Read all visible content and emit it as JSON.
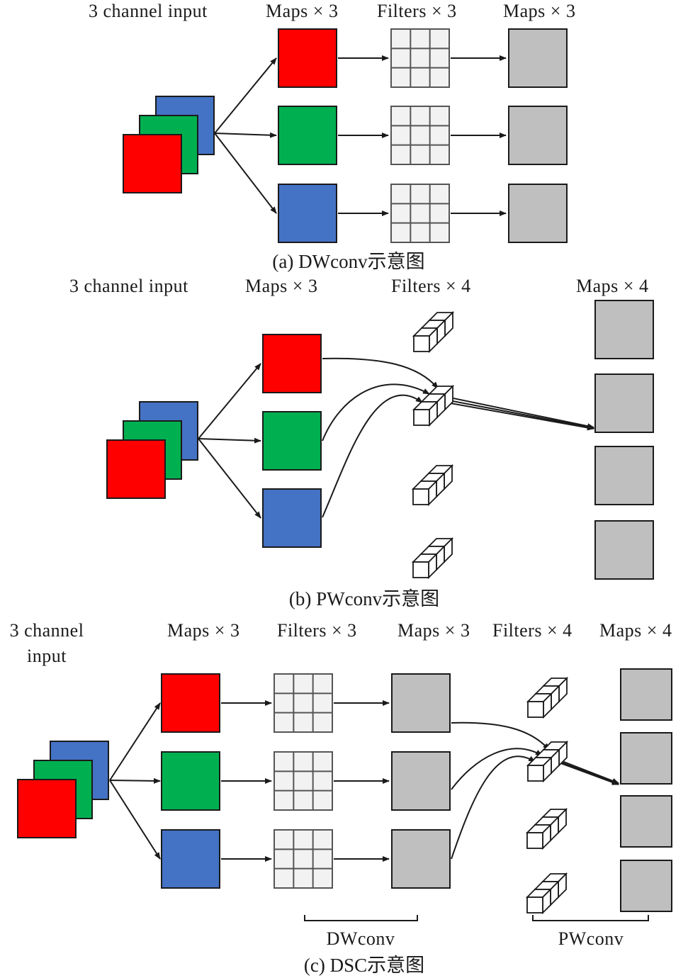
{
  "colors": {
    "red": "#ff0000",
    "green": "#00b050",
    "blue": "#4472c4",
    "gray": "#bfbfbf",
    "filter_cell": "#f2f2f2",
    "stroke": "#1a1a1a"
  },
  "panel_a": {
    "caption": "(a) DWconv示意图",
    "labels": {
      "input": "3 channel input",
      "maps_in": "Maps × 3",
      "filters": "Filters × 3",
      "maps_out": "Maps × 3"
    }
  },
  "panel_b": {
    "caption": "(b) PWconv示意图",
    "labels": {
      "input": "3 channel input",
      "maps_in": "Maps × 3",
      "filters": "Filters × 4",
      "maps_out": "Maps × 4"
    }
  },
  "panel_c": {
    "caption": "(c) DSC示意图",
    "labels": {
      "input_line1": "3 channel",
      "input_line2": "input",
      "maps_in": "Maps × 3",
      "dw_filters": "Filters × 3",
      "dw_maps": "Maps × 3",
      "pw_filters": "Filters × 4",
      "pw_maps": "Maps × 4"
    },
    "brackets": {
      "dw": "DWconv",
      "pw": "PWconv"
    }
  }
}
